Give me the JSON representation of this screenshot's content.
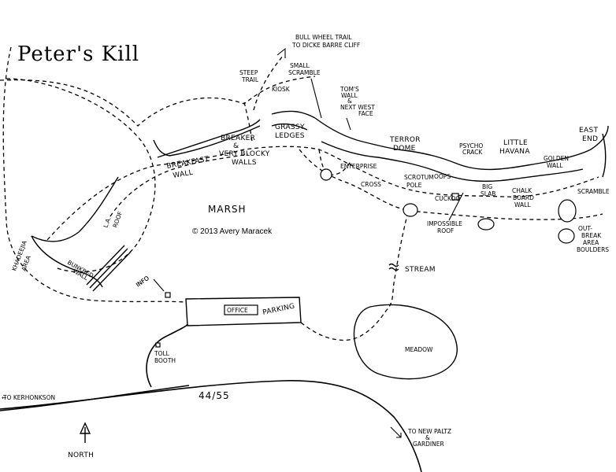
{
  "map": {
    "title": "Peter's Kill",
    "copyright": "© 2013 Avery Maracek",
    "compass": "NORTH",
    "road_number": "44/55",
    "labels": {
      "bull_wheel_1": "BULL WHEEL TRAIL",
      "bull_wheel_2": "TO DICKE BARRE CLIFF",
      "small_scramble_1": "SMALL",
      "small_scramble_2": "SCRAMBLE",
      "steep_trail_1": "STEEP",
      "steep_trail_2": "TRAIL",
      "kiosk": "KIOSK",
      "toms_wall_1": "TOM'S",
      "toms_wall_2": "WALL",
      "toms_wall_3": "&",
      "toms_wall_4": "NEXT WEST",
      "toms_wall_5": "FACE",
      "grassy_1": "GRASSY",
      "grassy_2": "LEDGES",
      "enterprise": "ENTERPRISE",
      "terror_1": "TERROR",
      "terror_2": "DOME",
      "psycho_1": "PSYCHO",
      "psycho_2": "CRACK",
      "little_havana_1": "LITTLE",
      "little_havana_2": "HAVANA",
      "east_end_1": "EAST",
      "east_end_2": "END",
      "golden_1": "GOLDEN",
      "golden_2": "WALL",
      "breaker_1": "BREAKER",
      "breaker_2": "&",
      "breaker_3": "VERY BLOCKY",
      "breaker_4": "WALLS",
      "breakfast_1": "BREAKFAST",
      "breakfast_2": "WALL",
      "cross": "CROSS",
      "scrotum_1": "SCROTUM",
      "scrotum_2": "POLE",
      "oops": "OOPS",
      "cuckoo": "CUCKOO",
      "big_slab_1": "BIG",
      "big_slab_2": "SLAB",
      "chalk_1": "CHALK",
      "chalk_2": "BOARD",
      "chalk_3": "WALL",
      "scramble": "SCRAMBLE",
      "out_break_1": "OUT-",
      "out_break_2": "BREAK",
      "out_break_3": "AREA",
      "out_break_4": "BOULDERS",
      "impossible_1": "IMPOSSIBLE",
      "impossible_2": "ROOF",
      "stream": "STREAM",
      "la_roof_1": "L.A.",
      "la_roof_2": "ROOF",
      "marsh": "MARSH",
      "khadeejia_1": "KHADEEJIA",
      "khadeejia_2": "AREA",
      "bunkbed_1": "BUNKBED",
      "bunkbed_2": "WALL",
      "info": "INFO",
      "office": "OFFICE",
      "parking": "PARKING",
      "meadow": "MEADOW",
      "toll_1": "TOLL",
      "toll_2": "BOOTH",
      "kerhonkson": "TO KERHONKSON",
      "new_paltz_1": "TO NEW PALTZ",
      "new_paltz_2": "&",
      "new_paltz_3": "GARDINER"
    }
  }
}
